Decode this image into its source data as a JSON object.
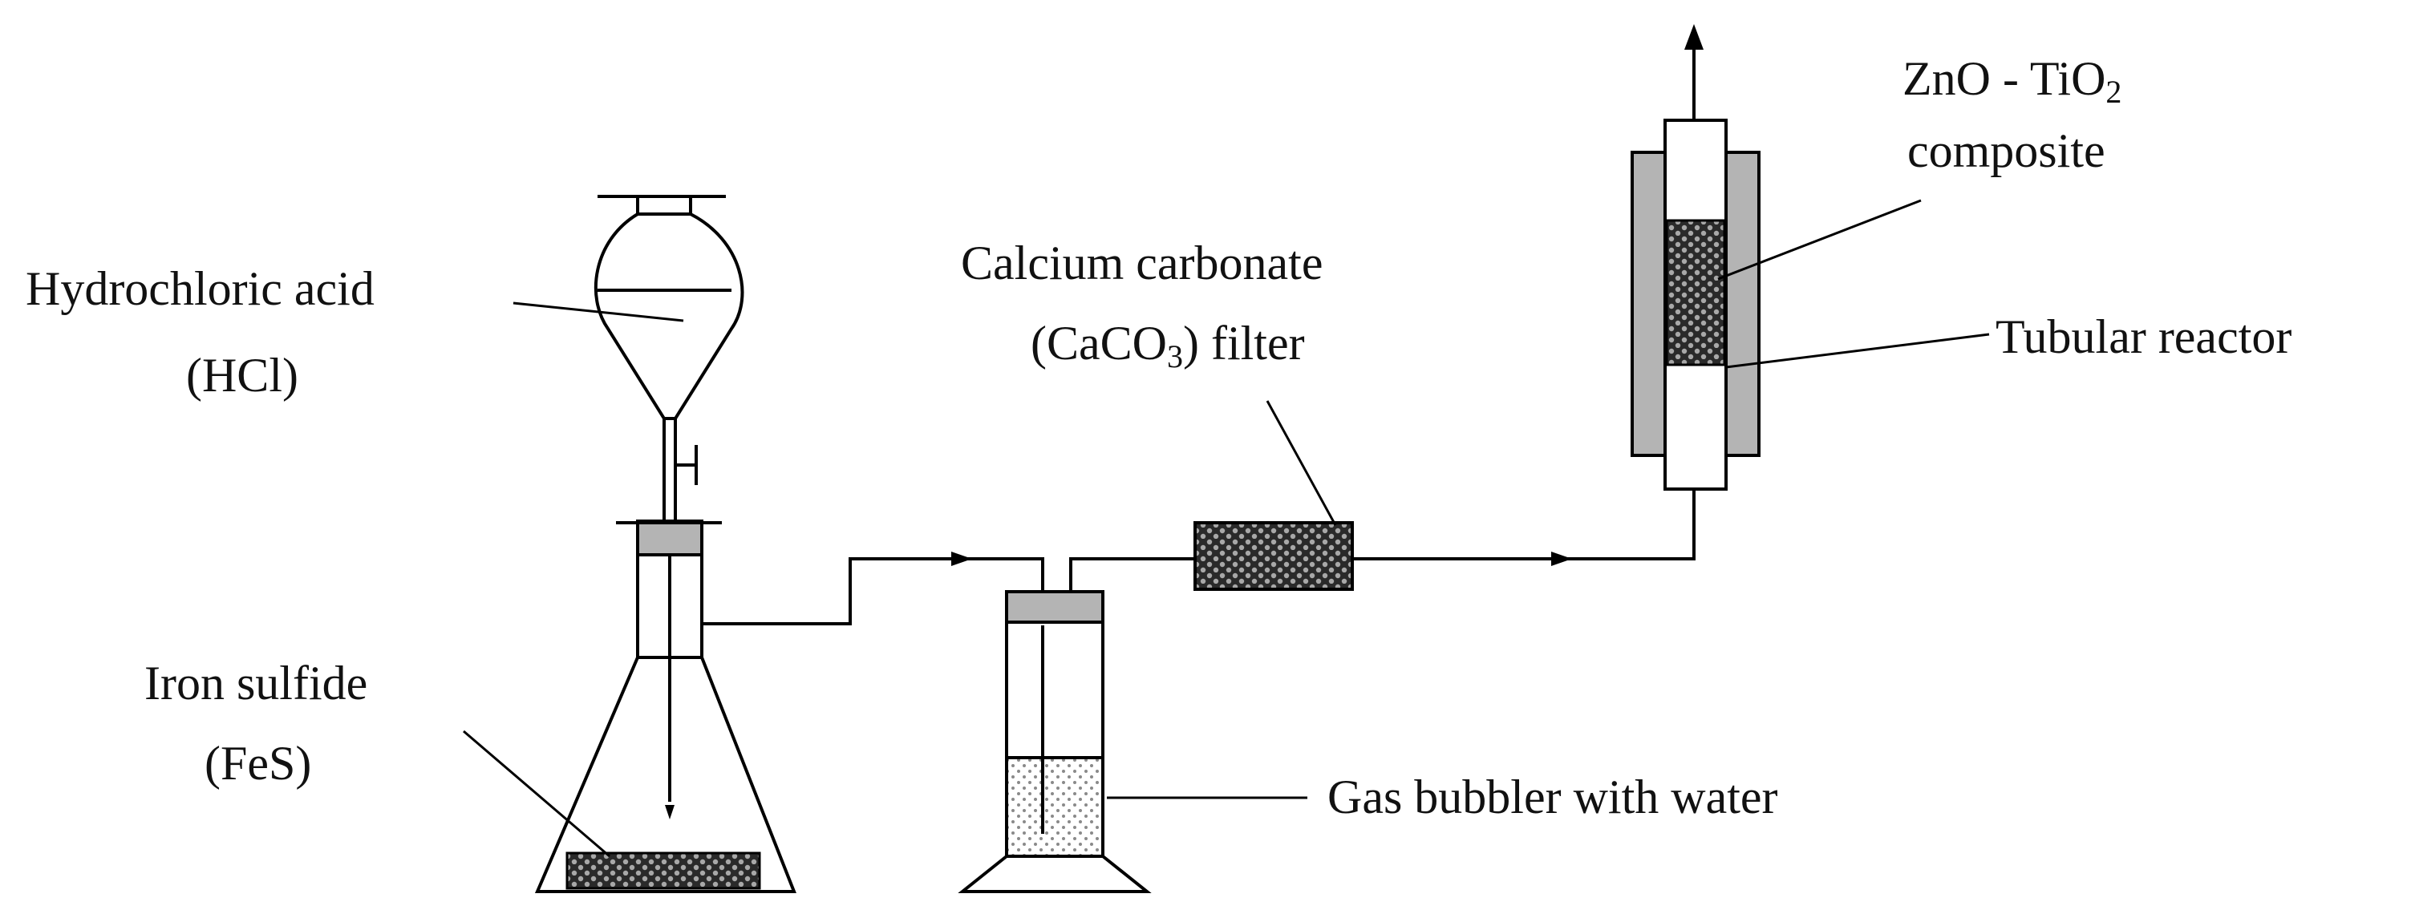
{
  "labels": {
    "hcl_line1": "Hydrochloric acid",
    "hcl_line2": "(HCl)",
    "fes_line1": "Iron sulfide",
    "fes_line2": "(FeS)",
    "caco3_line1": "Calcium carbonate",
    "caco3_open": "(CaCO",
    "caco3_sub": "3",
    "caco3_close": ") filter",
    "zno_main": "ZnO - TiO",
    "zno_sub": "2",
    "zno_line2": "composite",
    "tubular": "Tubular reactor",
    "bubbler": "Gas bubbler with water"
  },
  "colors": {
    "line": "#000000",
    "packing_dark": "#2a2a2a",
    "packing_light": "#9a9a9a",
    "stopper_gray": "#b4b4b4",
    "water_dots": "#8a8a8a"
  }
}
